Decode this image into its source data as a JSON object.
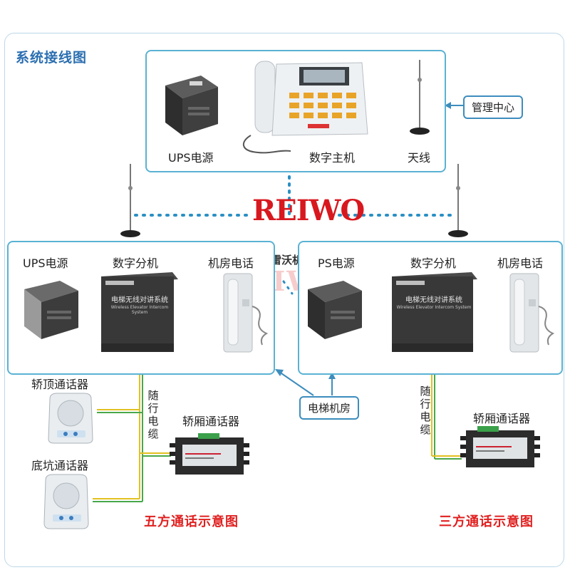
{
  "title": "系统接线图",
  "brand": {
    "name": "REIWO",
    "cn": "雷沃机电",
    "watermark": "REIWO"
  },
  "management": {
    "callout": "管理中心",
    "devices": {
      "ups": "UPS电源",
      "host": "数字主机",
      "antenna": "天线"
    }
  },
  "left_room": {
    "ups": "UPS电源",
    "ext": "数字分机",
    "phone": "机房电话",
    "unit_text": "电梯无线对讲系统",
    "unit_subtext": "Wireless Elevator Intercom System",
    "top_intercom": "轿顶通话器",
    "pit_intercom": "底坑通话器",
    "car_intercom": "轿厢通话器",
    "cable": "随行电缆",
    "caption": "五方通话示意图"
  },
  "right_room": {
    "ups": "PS电源",
    "ext": "数字分机",
    "phone": "机房电话",
    "unit_text": "电梯无线对讲系统",
    "unit_subtext": "Wireless Elevator Intercom System",
    "car_intercom": "轿厢通话器",
    "cable": "随行电缆",
    "caption": "三方通话示意图"
  },
  "machine_room_callout": "电梯机房",
  "colors": {
    "frame": "#5ab2d3",
    "wireless": "#2a8fc4",
    "cable_yellow": "#e2c020",
    "cable_green": "#49a84a",
    "caption_red": "#e02020"
  }
}
